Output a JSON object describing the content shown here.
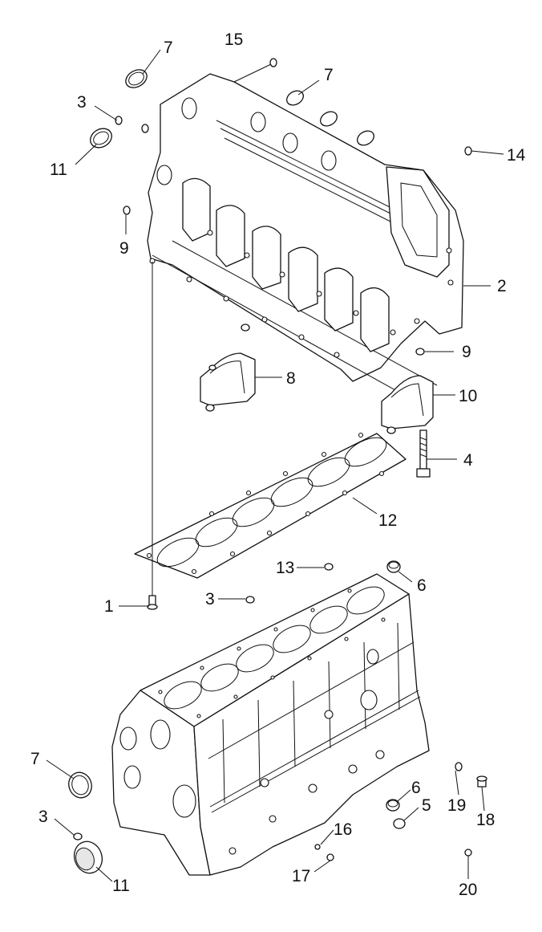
{
  "callouts": {
    "c1": "1",
    "c2": "2",
    "c3a": "3",
    "c3b": "3",
    "c3c": "3",
    "c4": "4",
    "c5": "5",
    "c6a": "6",
    "c6b": "6",
    "c7a": "7",
    "c7b": "7",
    "c7c": "7",
    "c8": "8",
    "c9a": "9",
    "c9b": "9",
    "c10": "10",
    "c11a": "11",
    "c11b": "11",
    "c12": "12",
    "c13": "13",
    "c14": "14",
    "c15": "15",
    "c16": "16",
    "c17": "17",
    "c18": "18",
    "c19": "19",
    "c20": "20"
  },
  "colors": {
    "line": "#111111",
    "background": "#ffffff"
  }
}
